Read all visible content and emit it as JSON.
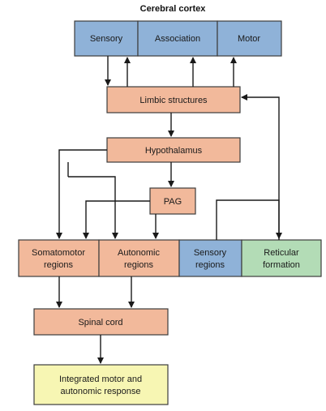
{
  "title": "Cerebral cortex",
  "colors": {
    "blue": "#8fb2d8",
    "orange": "#f2b99b",
    "green": "#b3dcb6",
    "yellow": "#f7f6b3",
    "line": "#1a1a1a"
  },
  "cortex": {
    "sensory": "Sensory",
    "association": "Association",
    "motor": "Motor"
  },
  "limbic": "Limbic structures",
  "hypothalamus": "Hypothalamus",
  "pag": "PAG",
  "regions": {
    "somatomotor_line1": "Somatomotor",
    "somatomotor_line2": "regions",
    "autonomic_line1": "Autonomic",
    "autonomic_line2": "regions",
    "sensory_line1": "Sensory",
    "sensory_line2": "regions",
    "reticular_line1": "Reticular",
    "reticular_line2": "formation"
  },
  "spinal_cord": "Spinal cord",
  "response": {
    "line1": "Integrated motor and",
    "line2": "autonomic response"
  }
}
